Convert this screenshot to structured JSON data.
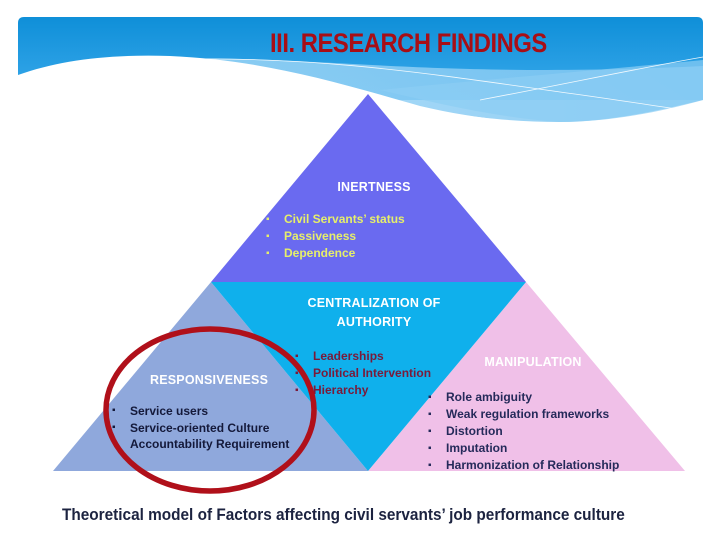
{
  "slide": {
    "title": "III. RESEARCH FINDINGS",
    "caption": "Theoretical model of Factors affecting civil servants’ job performance culture"
  },
  "pyramid": {
    "top": {
      "label": "INERTNESS",
      "color": "#6a6af0",
      "items": [
        "Civil Servants’ status",
        "Passiveness",
        "Dependence"
      ]
    },
    "center": {
      "label_line1": "CENTRALIZATION OF",
      "label_line2": "AUTHORITY",
      "color": "#0fb0ec",
      "items": [
        "Leaderships",
        "Political Intervention",
        "Hierarchy"
      ]
    },
    "left": {
      "label": "RESPONSIVENESS",
      "color": "#8fa8dc",
      "items": [
        "Service users",
        "Service-oriented Culture",
        "Accountability Requirement"
      ],
      "highlighted": true
    },
    "right": {
      "label": "MANIPULATION",
      "color": "#f0c0e8",
      "items": [
        "Role ambiguity",
        "Weak regulation frameworks",
        "Distortion",
        "Imputation",
        "Harmonization of Relationship"
      ]
    }
  },
  "colors": {
    "title": "#a80e16",
    "highlight_ellipse": "#b0101a",
    "banner_top": "#0f8fd8",
    "banner_bottom": "#3aa8ea"
  }
}
